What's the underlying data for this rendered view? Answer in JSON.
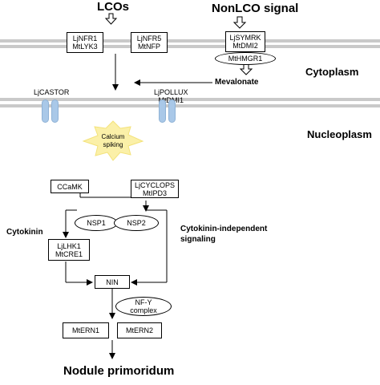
{
  "signals": {
    "lcos": "LCOs",
    "nonlco": "NonLCO signal"
  },
  "receptors": {
    "nfr1": [
      "LjNFR1",
      "MtLYK3"
    ],
    "nfr5": [
      "LjNFR5",
      "MtNFP"
    ],
    "symrk": [
      "LjSYMRK",
      "MtDMI2"
    ],
    "hmgr1": "MtHMGR1"
  },
  "mevalonate": "Mevalonate",
  "compartments": {
    "cytoplasm": "Cytoplasm",
    "nucleoplasm": "Nucleoplasm"
  },
  "channels": {
    "castor": "LjCASTOR",
    "pollux": [
      "LjPOLLUX",
      "MtDMI1"
    ]
  },
  "calcium": [
    "Calcium",
    "spiking"
  ],
  "ccamk": "CCaMK",
  "cyclops": [
    "LjCYCLOPS",
    "MtIPD3"
  ],
  "nsp1": "NSP1",
  "nsp2": "NSP2",
  "cytokinin": "Cytokinin",
  "independent": [
    "Cytokinin-independent",
    "signaling"
  ],
  "lhk1": [
    "LjLHK1",
    "MtCRE1"
  ],
  "nin": "NIN",
  "nfy": [
    "NF-Y",
    "complex"
  ],
  "ern1": "MtERN1",
  "ern2": "MtERN2",
  "result": "Nodule primoridum",
  "colors": {
    "membrane": "#c9c9c9",
    "channel": "#a9c8e8",
    "burst": "#fbf0a8"
  }
}
